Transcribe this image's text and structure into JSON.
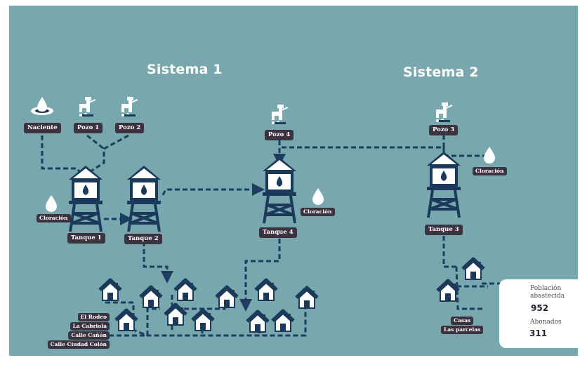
{
  "titles": {
    "sistema1": "Sistema 1",
    "sistema2": "Sistema 2"
  },
  "sources": {
    "naciente": "Naciente",
    "pozo1": "Pozo 1",
    "pozo2": "Pozo 2",
    "pozo4": "Pozo 4",
    "pozo3": "Pozo 3"
  },
  "tanks": {
    "tanque1": "Tanque 1",
    "tanque2": "Tanque 2",
    "tanque4": "Tanque 4",
    "tanque3": "Tanque 3"
  },
  "chlorination": {
    "label": "Cloración"
  },
  "communities": {
    "sistema1": [
      "El Rodeo",
      "La Cabriola",
      "Calle Cañón",
      "Calle Ciudad Colón"
    ],
    "sistema2": [
      "Casas",
      "Las parcelas"
    ]
  },
  "stats": {
    "poblacion_label": "Población abastecida",
    "poblacion_value": "952",
    "abonados_label": "Abonados",
    "abonados_value": "311"
  },
  "colors": {
    "background": "#78a7ad",
    "pipe": "#1d3e5e",
    "tower": "#1b3a5b",
    "label_bg": "#3b3340",
    "drop": "#ffffff"
  }
}
